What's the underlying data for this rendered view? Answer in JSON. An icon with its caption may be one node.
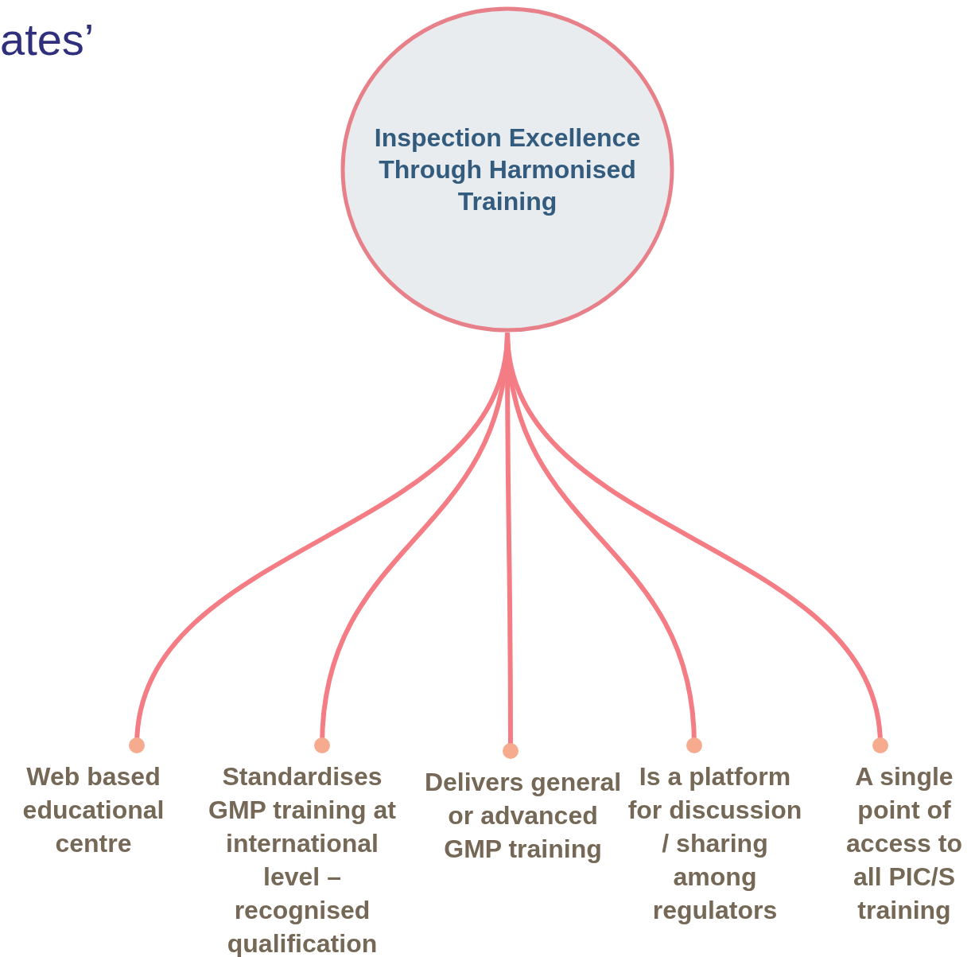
{
  "diagram": {
    "nodes": [
      {
        "text": [
          "Inspection Excellence Through Harmonised Training"
        ]
      },
      {
        "text": [
          "Web based educational centre"
        ]
      },
      {
        "text": [
          "Standardises GMP training at international level – recognised qualification"
        ]
      },
      {
        "text": [
          "Delivers general or advanced GMP training"
        ]
      },
      {
        "text": [
          "Is a platform for discussion / sharing among regulators"
        ]
      },
      {
        "text": [
          "A single point of access to all PIC/S training"
        ]
      }
    ],
    "edges": [
      {
        "from": 0,
        "to": 1,
        "arrow": "other"
      },
      {
        "from": 0,
        "to": 2,
        "arrow": "other"
      },
      {
        "from": 0,
        "to": 3,
        "arrow": "other"
      },
      {
        "from": 0,
        "to": 4,
        "arrow": "other"
      },
      {
        "from": 0,
        "to": 5,
        "arrow": "other"
      }
    ],
    "labels": [
      "ates’"
    ]
  }
}
